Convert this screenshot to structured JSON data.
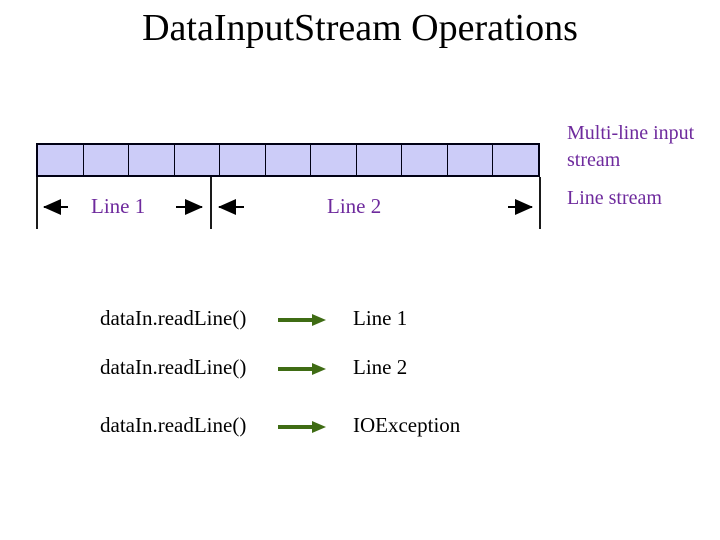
{
  "slide": {
    "title": "DataInputStream Operations",
    "stream": {
      "cell_count": 11,
      "segments": [
        {
          "label": "Line 1"
        },
        {
          "label": "Line 2"
        }
      ]
    },
    "side_labels": [
      "Multi-line input stream",
      "Line stream"
    ],
    "calls": [
      {
        "code": "dataIn.readLine()",
        "result": "Line 1"
      },
      {
        "code": "dataIn.readLine()",
        "result": "Line 2"
      },
      {
        "code": "dataIn.readLine()",
        "result": "IOException"
      }
    ],
    "colors": {
      "cell_fill": "#ccccf8",
      "cell_border": "#000014",
      "purple_text": "#6e2a9d",
      "green_arrow": "#3f6c14",
      "black_text": "#000000",
      "background": "#ffffff"
    }
  }
}
